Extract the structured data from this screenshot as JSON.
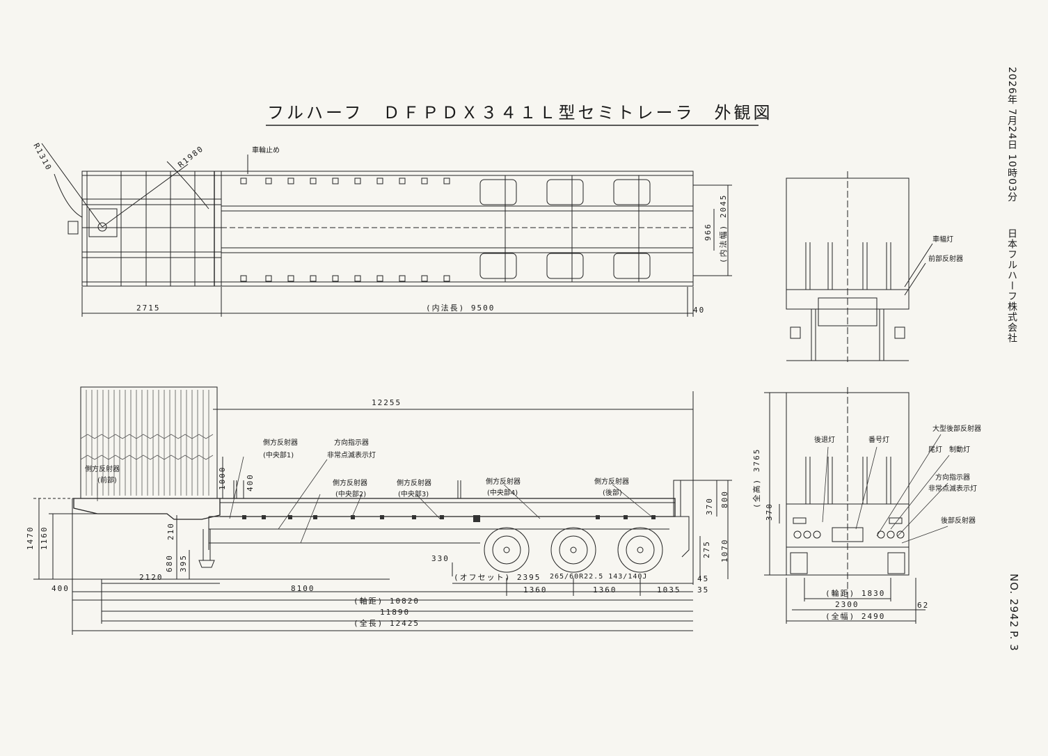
{
  "document": {
    "title": "フルハーフ　ＤＦＰＤＸ３４１Ｌ型セミトレーラ　外観図",
    "stamp_datetime": "2026年 7月24日 10時03分",
    "company": "日本フルハーフ株式会社",
    "doc_no": "NO. 2942",
    "page": "P. 3"
  },
  "top_view": {
    "labels": {
      "wheel_stop": "車輪止め",
      "r1": "R1310",
      "r2": "R1980"
    },
    "dims": {
      "front": "2715",
      "inner_length": "(内法長) 9500",
      "rear": "40",
      "inner_width": "(内法幅) 2045",
      "mid": "966"
    }
  },
  "side_view": {
    "labels": {
      "side_reflector_front": "側方反射器",
      "side_reflector_front_sub": "(前部)",
      "side_reflector_c1": "側方反射器",
      "side_reflector_c1_sub": "(中央部1)",
      "turn_signal": "方向指示器",
      "hazard": "非常点滅表示灯",
      "side_reflector_c2": "側方反射器",
      "side_reflector_c2_sub": "(中央部2)",
      "side_reflector_c3": "側方反射器",
      "side_reflector_c3_sub": "(中央部3)",
      "side_reflector_c4": "側方反射器",
      "side_reflector_c4_sub": "(中央部4)",
      "side_reflector_rear": "側方反射器",
      "side_reflector_rear_sub": "(後部)"
    },
    "dims": {
      "overall_top": "12255",
      "d1000": "1000",
      "d400": "400",
      "d370": "370",
      "d800": "800",
      "d1470": "1470",
      "d1160": "1160",
      "d210": "210",
      "d680": "680",
      "d395": "395",
      "d275": "275",
      "d1070": "1070",
      "d330": "330",
      "d2120": "2120",
      "offset": "(オフセット) 2395",
      "tire": "265/60R22.5 143/140J",
      "d45": "45",
      "d400b": "400",
      "d8100": "8100",
      "d1360a": "1360",
      "d1360b": "1360",
      "d1035": "1035",
      "d35": "35",
      "wheelbase": "(軸距) 10820",
      "d11890": "11890",
      "overall_length": "(全長) 12425"
    }
  },
  "front_view": {
    "labels": {
      "clearance": "車幅灯",
      "front_reflector": "前部反射器"
    }
  },
  "rear_view": {
    "labels": {
      "tail": "後退灯",
      "plate": "番号灯",
      "large_reflector": "大型後部反射器",
      "tail_brake": "尾灯　制動灯",
      "turn": "方向指示器",
      "hazard": "非常点滅表示灯",
      "rear_reflector": "後部反射器"
    },
    "dims": {
      "height": "(全高) 3765",
      "d370": "370",
      "track": "(輪距) 1830",
      "d2300": "2300",
      "width": "(全幅) 2490",
      "d62": "62"
    }
  }
}
